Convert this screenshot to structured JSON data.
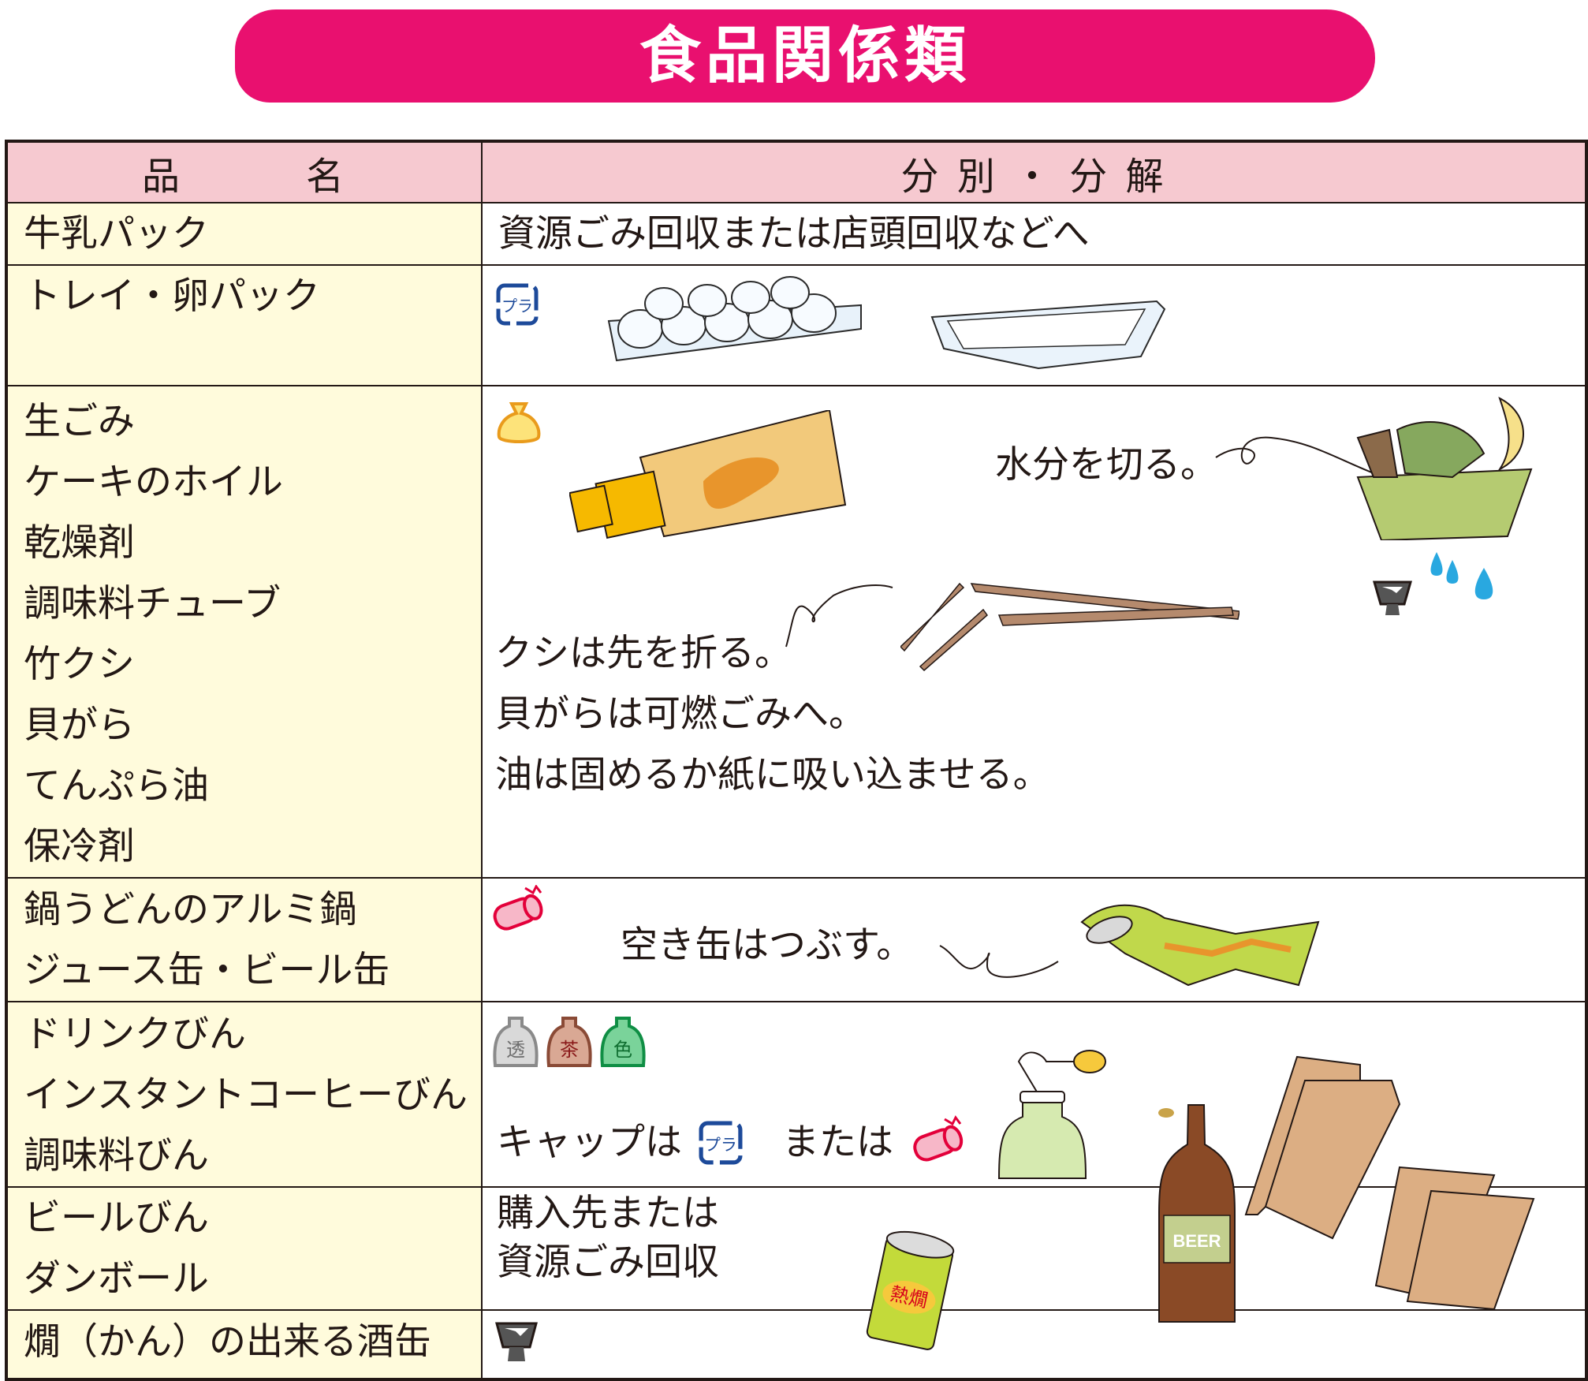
{
  "title": "食品関係類",
  "headers": {
    "name": "品　　　名",
    "action": "分 別 ・ 分 解"
  },
  "rows": [
    {
      "items": [
        "牛乳パック"
      ],
      "action": [
        "資源ごみ回収または店頭回収などへ"
      ]
    },
    {
      "items": [
        "トレイ・卵パック"
      ],
      "action": []
    },
    {
      "items": [
        "生ごみ",
        "ケーキのホイル",
        "乾燥剤",
        "調味料チューブ",
        "竹クシ",
        "貝がら",
        "てんぷら油",
        "保冷剤"
      ],
      "action": [
        "水分を切る。",
        "クシは先を折る。",
        "貝がらは可燃ごみへ。",
        "油は固めるか紙に吸い込ませる。"
      ]
    },
    {
      "items": [
        "鍋うどんのアルミ鍋",
        "ジュース缶・ビール缶"
      ],
      "action": [
        "空き缶はつぶす。"
      ]
    },
    {
      "items": [
        "ドリンクびん",
        "インスタントコーヒーびん",
        "調味料びん"
      ],
      "action": [
        "キャップは",
        "または"
      ]
    },
    {
      "items": [
        "ビールびん",
        "ダンボール"
      ],
      "action": [
        "購入先または",
        "資源ごみ回収"
      ]
    },
    {
      "items": [
        "燗（かん）の出来る酒缶"
      ],
      "action": []
    }
  ],
  "icons": {
    "plastic_mark": "プラ",
    "glass_clear": "透",
    "glass_brown": "茶",
    "glass_color": "色",
    "beer_label": "BEER",
    "sake_can_label": "熱燗"
  },
  "colors": {
    "banner": "#e9106f",
    "header_bg": "#f6c9d0",
    "name_bg": "#fffbdc"
  }
}
